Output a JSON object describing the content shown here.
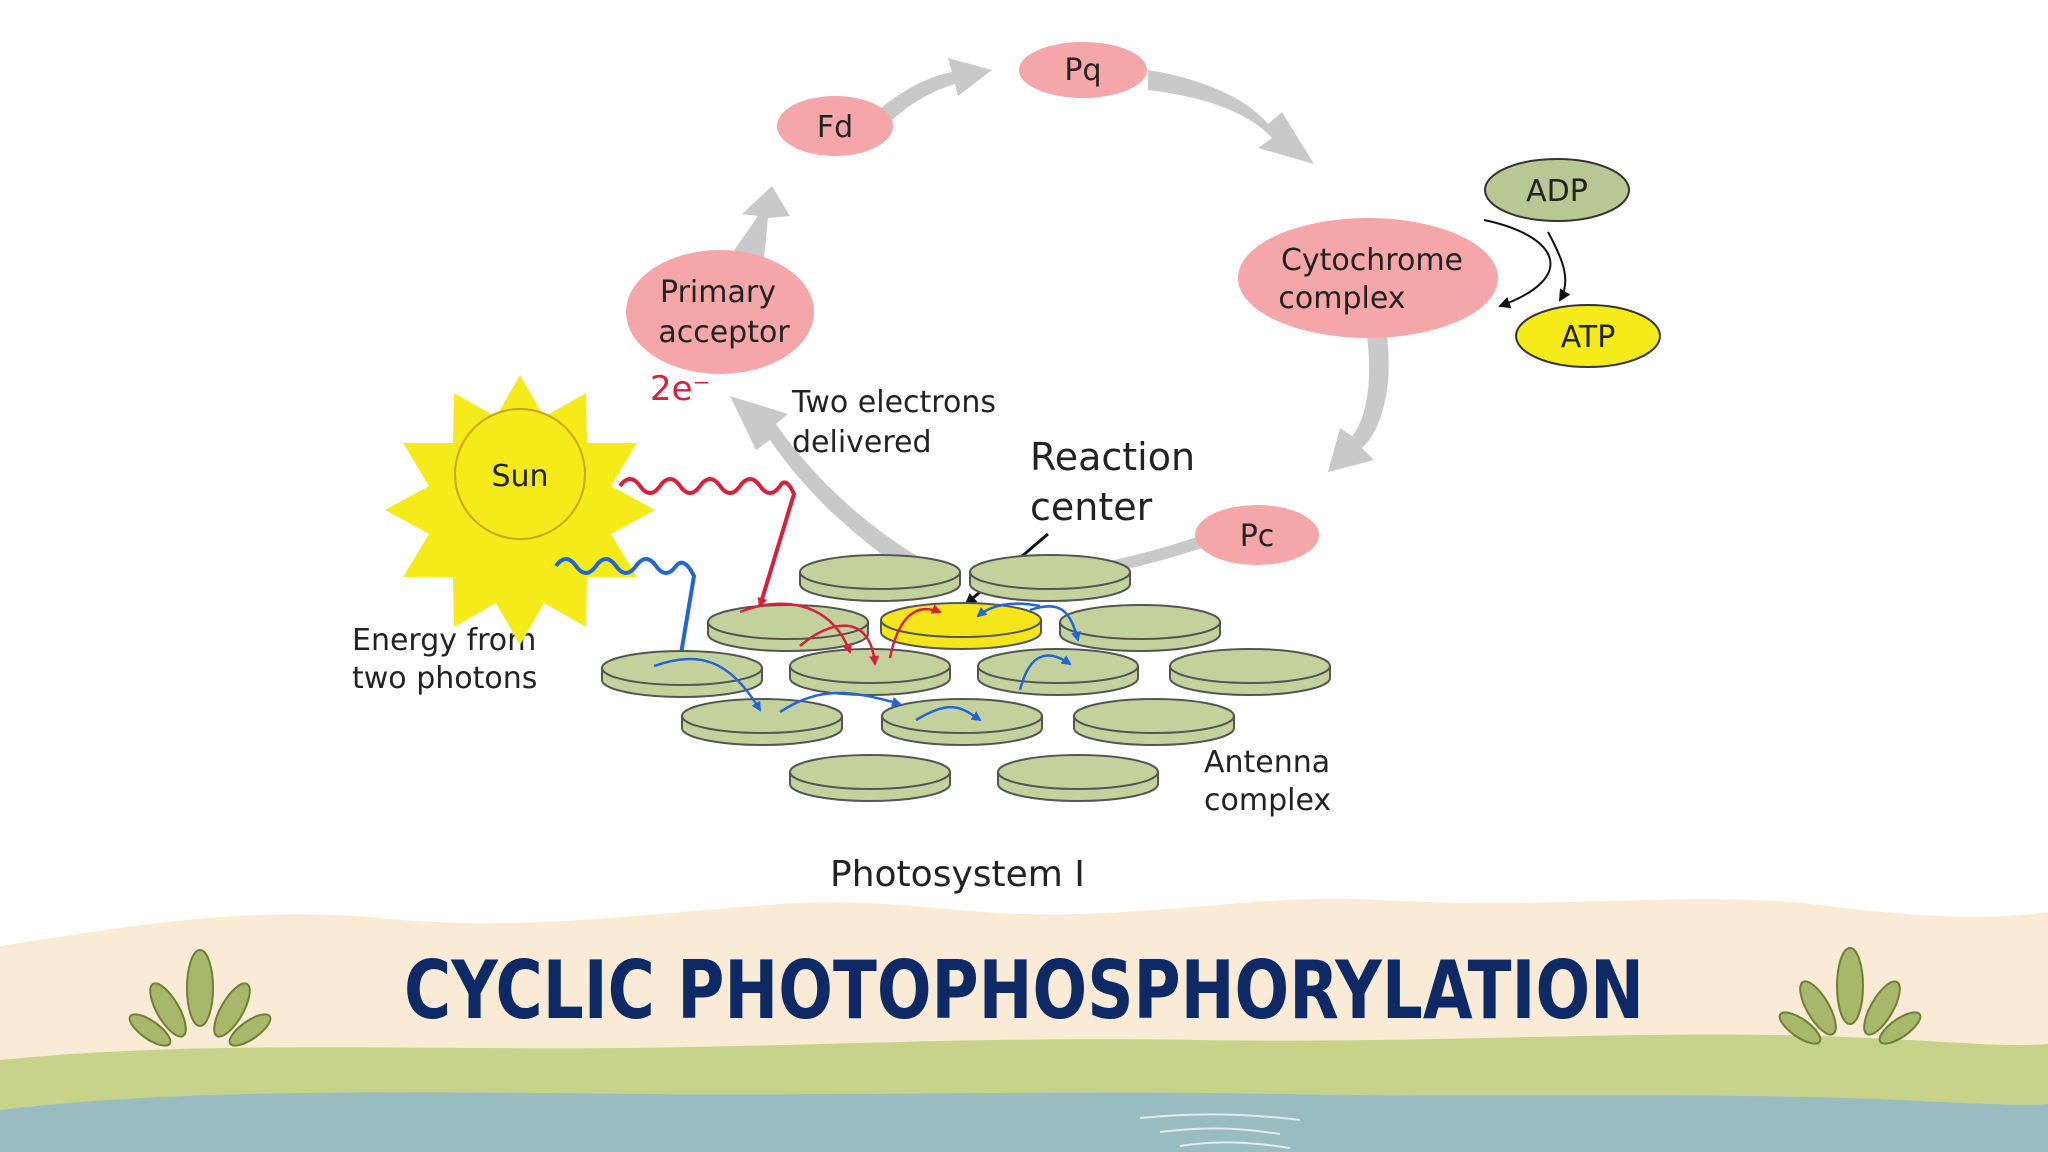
{
  "diagram": {
    "nodes": {
      "pq": "Pq",
      "fd": "Fd",
      "primary_acceptor": [
        "Primary",
        "acceptor"
      ],
      "cytochrome": [
        "Cytochrome",
        "complex"
      ],
      "adp": "ADP",
      "atp": "ATP",
      "pc": "Pc",
      "sun": "Sun"
    },
    "labels": {
      "two_e": "2e⁻",
      "two_electrons": [
        "Two electrons",
        "delivered"
      ],
      "reaction_center": [
        "Reaction",
        "center"
      ],
      "energy": [
        "Energy from",
        "two photons"
      ],
      "antenna": [
        "Antenna",
        "complex"
      ],
      "photosystem": "Photosystem I"
    },
    "colors": {
      "carrier_pink": "#f4a6a8",
      "adp_green": "#b8c894",
      "atp_yellow": "#f5ea1a",
      "disk_green": "#c3d29c",
      "reaction_yellow": "#f5e61a",
      "arrow_gray": "#c9c9c9",
      "photon_red": "#d8203a",
      "photon_blue": "#2066d8"
    }
  },
  "banner": {
    "title": "CYCLIC PHOTOPHOSPHORYLATION",
    "colors": {
      "sand": "#faebd6",
      "grass": "#c7d38b",
      "water": "#98bcbf",
      "text": "#0e2a66"
    }
  }
}
